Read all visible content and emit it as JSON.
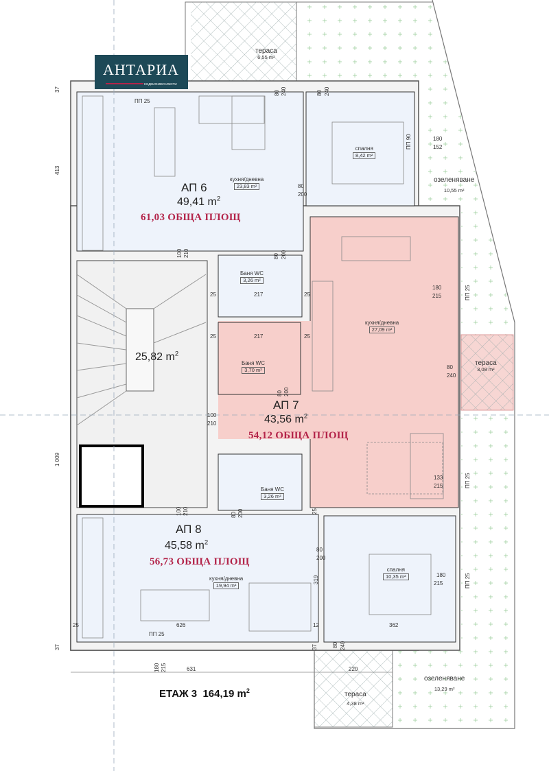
{
  "logo": {
    "name": "АНТАРИА",
    "subtitle": "НЕДВИЖИМИ ИМОТИ"
  },
  "colors": {
    "apartment_blue": "#eef3fb",
    "apartment_pink": "#f7cfcb",
    "accent_total": "#b3244a",
    "logo_bg": "#1d4957"
  },
  "apartments": [
    {
      "label": "АП 6",
      "area": "49,41 m",
      "total": "61,03 ОБЩА ПЛОЩ"
    },
    {
      "label": "АП 7",
      "area": "43,56 m",
      "total": "54,12 ОБЩА ПЛОЩ"
    },
    {
      "label": "АП 8",
      "area": "45,58 m",
      "total": "56,73 ОБЩА ПЛОЩ"
    }
  ],
  "stair_area": "25,82 m",
  "rooms": [
    {
      "name": "тераса",
      "area": "6,55 m²"
    },
    {
      "name": "кухня/дневна",
      "area": "23,83 m²"
    },
    {
      "name": "спалня",
      "area": "8,42 m²"
    },
    {
      "name": "озеленяване",
      "area": "10,55 m²"
    },
    {
      "name": "Баня WC",
      "area": "3,26 m²"
    },
    {
      "name": "кухня/дневна",
      "area": "27,09 m²"
    },
    {
      "name": "Баня WC",
      "area": "3,70 m²"
    },
    {
      "name": "тераса",
      "area": "3,08 m²"
    },
    {
      "name": "Баня WC",
      "area": "3,26 m²"
    },
    {
      "name": "кухня/дневна",
      "area": "19,94 m²"
    },
    {
      "name": "спалня",
      "area": "10,35 m²"
    },
    {
      "name": "тераса",
      "area": "4,38 m²"
    },
    {
      "name": "озеленяване",
      "area": "13,29 m²"
    }
  ],
  "dimensions": [
    "37",
    "413",
    "1 009",
    "37",
    "ПП 25",
    "80",
    "240",
    "80",
    "240",
    "ПП 90",
    "180",
    "152",
    "80",
    "200",
    "80",
    "200",
    "100",
    "210",
    "25",
    "217",
    "25",
    "25",
    "217",
    "25",
    "180",
    "215",
    "ПП 25",
    "80",
    "240",
    "80",
    "200",
    "100",
    "210",
    "133",
    "215",
    "ПП 25",
    "100",
    "210",
    "80",
    "200",
    "25",
    "80",
    "200",
    "319",
    "180",
    "215",
    "ПП 25",
    "25",
    "626",
    "12",
    "362",
    "ПП 25",
    "37",
    "80",
    "240",
    "180",
    "215",
    "631",
    "220"
  ],
  "floor_title": "ЕТАЖ 3  164,19 m"
}
